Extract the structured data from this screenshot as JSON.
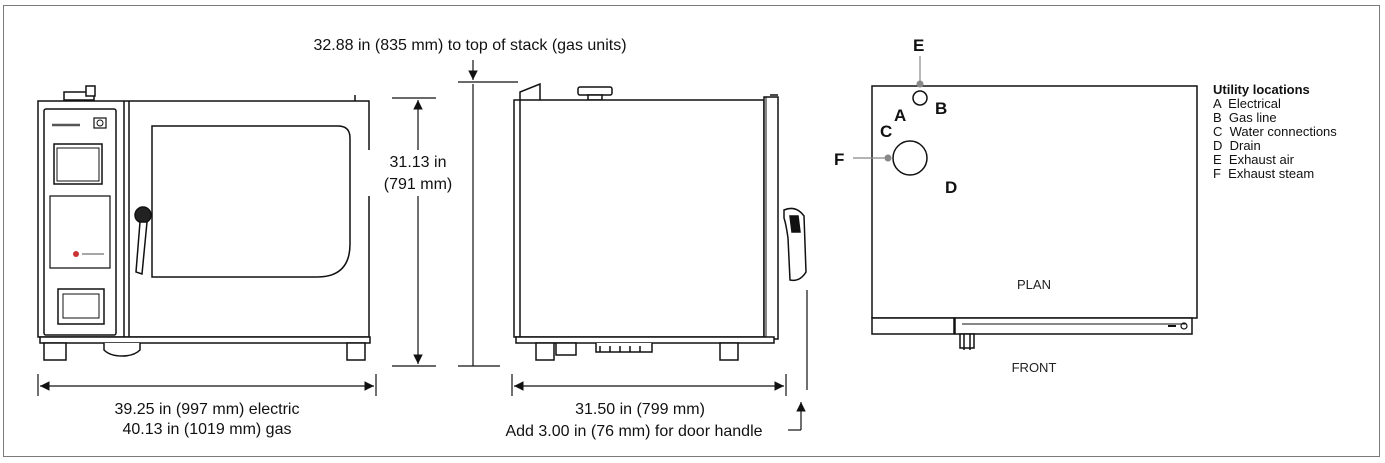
{
  "dimensions": {
    "stack": "32.88 in (835 mm) to top of stack (gas units)",
    "height_in": "31.13 in",
    "height_mm": "(791 mm)",
    "width_electric": "39.25 in (997 mm) electric",
    "width_gas": "40.13 in (1019 mm) gas",
    "depth": "31.50 in (799 mm)",
    "door_handle": "Add 3.00 in (76 mm) for door handle"
  },
  "plan": {
    "label": "PLAN",
    "front_label": "FRONT",
    "markers": [
      "A",
      "B",
      "C",
      "D",
      "E",
      "F"
    ]
  },
  "legend": {
    "title": "Utility locations",
    "items": [
      "A  Electrical",
      "B  Gas line",
      "C  Water connections",
      "D  Drain",
      "E  Exhaust air",
      "F  Exhaust steam"
    ]
  },
  "colors": {
    "line": "#111111",
    "marker_leader": "#888888",
    "frame": "#7a7a7a"
  }
}
